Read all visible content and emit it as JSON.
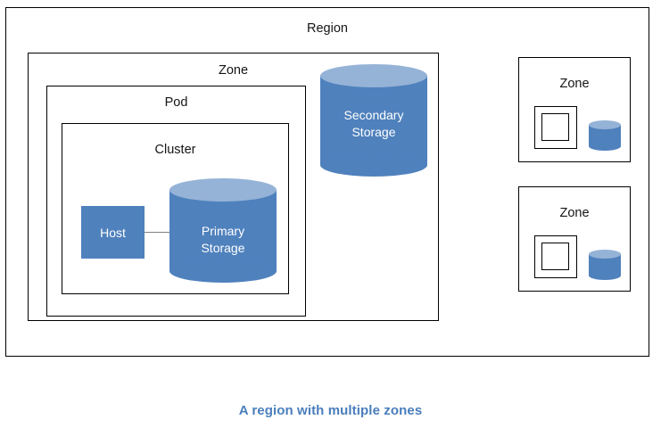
{
  "diagram": {
    "caption": "A region with multiple zones",
    "caption_color": "#4A7EBB",
    "colors": {
      "cylinder_body": "#4F81BD",
      "cylinder_top": "#95B3D7",
      "host_fill": "#4F81BD",
      "border": "#000000",
      "connector": "#808080",
      "label_text": "#151515",
      "shape_text": "#FFFFFF"
    },
    "region": {
      "label": "Region",
      "zone_main": {
        "label": "Zone",
        "pod": {
          "label": "Pod",
          "cluster": {
            "label": "Cluster",
            "host": {
              "label": "Host"
            },
            "primary_storage": {
              "label_line1": "Primary",
              "label_line2": "Storage"
            }
          }
        },
        "secondary_storage": {
          "label_line1": "Secondary",
          "label_line2": "Storage"
        }
      },
      "zones_right": [
        {
          "label": "Zone"
        },
        {
          "label": "Zone"
        }
      ]
    }
  }
}
